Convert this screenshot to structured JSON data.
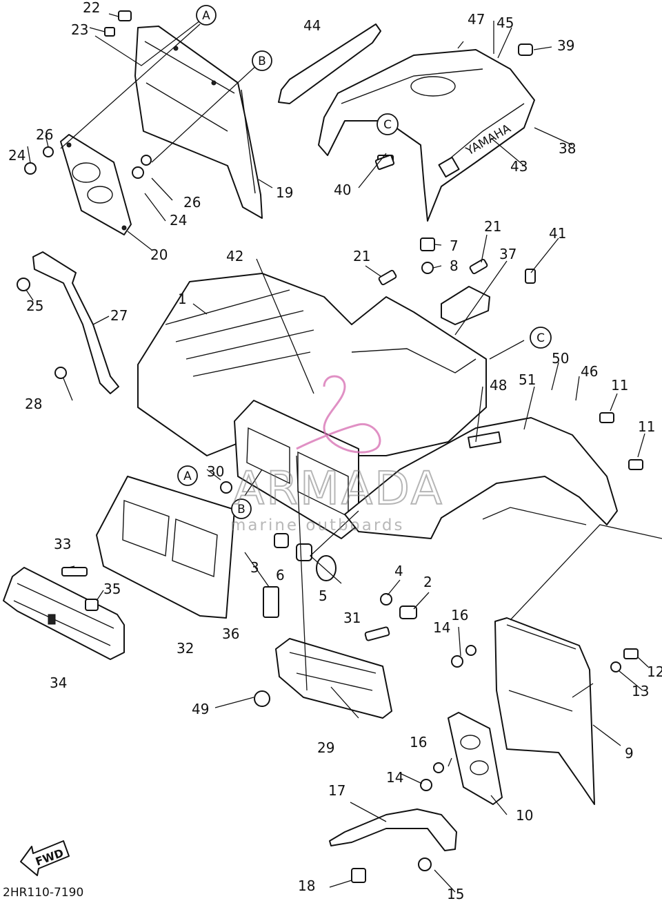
{
  "diagram_id": "2HR110-7190",
  "arrow_text": "FWD",
  "watermark": {
    "brand": "ARMADA",
    "tagline": "marine outboards",
    "accent_color": "#d66bb0"
  },
  "callouts": [
    "A",
    "B",
    "C"
  ],
  "part_numbers": [
    "1",
    "2",
    "3",
    "4",
    "5",
    "6",
    "7",
    "8",
    "9",
    "10",
    "11",
    "12",
    "13",
    "14",
    "15",
    "16",
    "17",
    "18",
    "19",
    "20",
    "21",
    "22",
    "23",
    "24",
    "25",
    "26",
    "27",
    "28",
    "29",
    "30",
    "31",
    "32",
    "33",
    "34",
    "35",
    "36",
    "37",
    "38",
    "39",
    "40",
    "41",
    "42",
    "43",
    "44",
    "45",
    "46",
    "47",
    "48",
    "49",
    "50",
    "51"
  ],
  "emblem_text": "YAMAHA"
}
